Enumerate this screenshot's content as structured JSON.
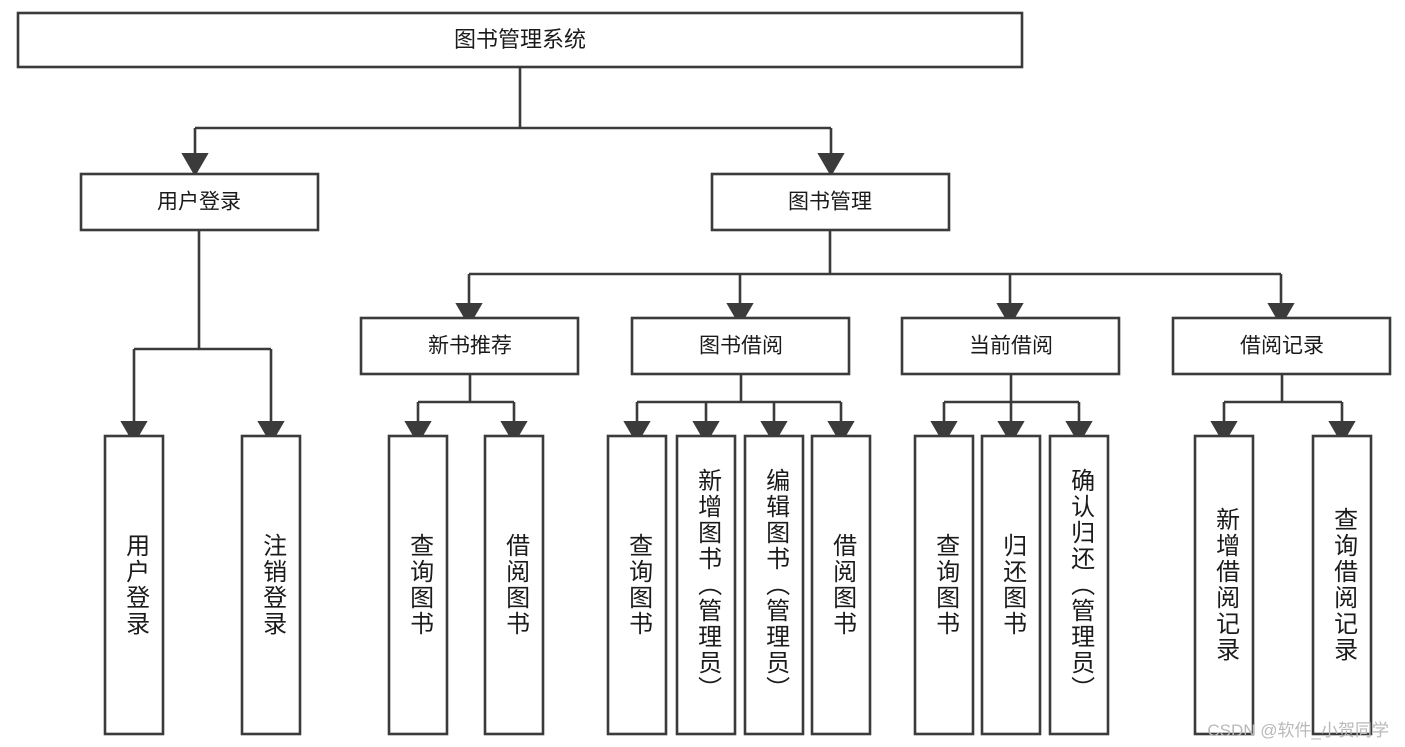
{
  "diagram": {
    "type": "tree-hierarchy",
    "title": "图书管理系统",
    "watermark": "CSDN @软件_小贺同学",
    "colors": {
      "stroke": "#3b3b3b",
      "fill": "#ffffff",
      "text": "#1b1b1b",
      "watermark": "#b9b9b9",
      "background": "#ffffff"
    },
    "levels": {
      "root": {
        "label": "图书管理系统"
      },
      "level2": [
        {
          "label": "用户登录"
        },
        {
          "label": "图书管理"
        }
      ],
      "level3": [
        {
          "label": "新书推荐"
        },
        {
          "label": "图书借阅"
        },
        {
          "label": "当前借阅"
        },
        {
          "label": "借阅记录"
        }
      ],
      "leaves": [
        {
          "label": "用户登录",
          "parent": "用户登录"
        },
        {
          "label": "注销登录",
          "parent": "用户登录"
        },
        {
          "label": "查询图书",
          "parent": "新书推荐"
        },
        {
          "label": "借阅图书",
          "parent": "新书推荐"
        },
        {
          "label": "查询图书",
          "parent": "图书借阅"
        },
        {
          "label": "新增图书（管理员）",
          "parent": "图书借阅"
        },
        {
          "label": "编辑图书（管理员）",
          "parent": "图书借阅"
        },
        {
          "label": "借阅图书",
          "parent": "图书借阅"
        },
        {
          "label": "查询图书",
          "parent": "当前借阅"
        },
        {
          "label": "归还图书",
          "parent": "当前借阅"
        },
        {
          "label": "确认归还（管理员）",
          "parent": "当前借阅"
        },
        {
          "label": "新增借阅记录",
          "parent": "借阅记录"
        },
        {
          "label": "查询借阅记录",
          "parent": "借阅记录"
        }
      ]
    }
  }
}
